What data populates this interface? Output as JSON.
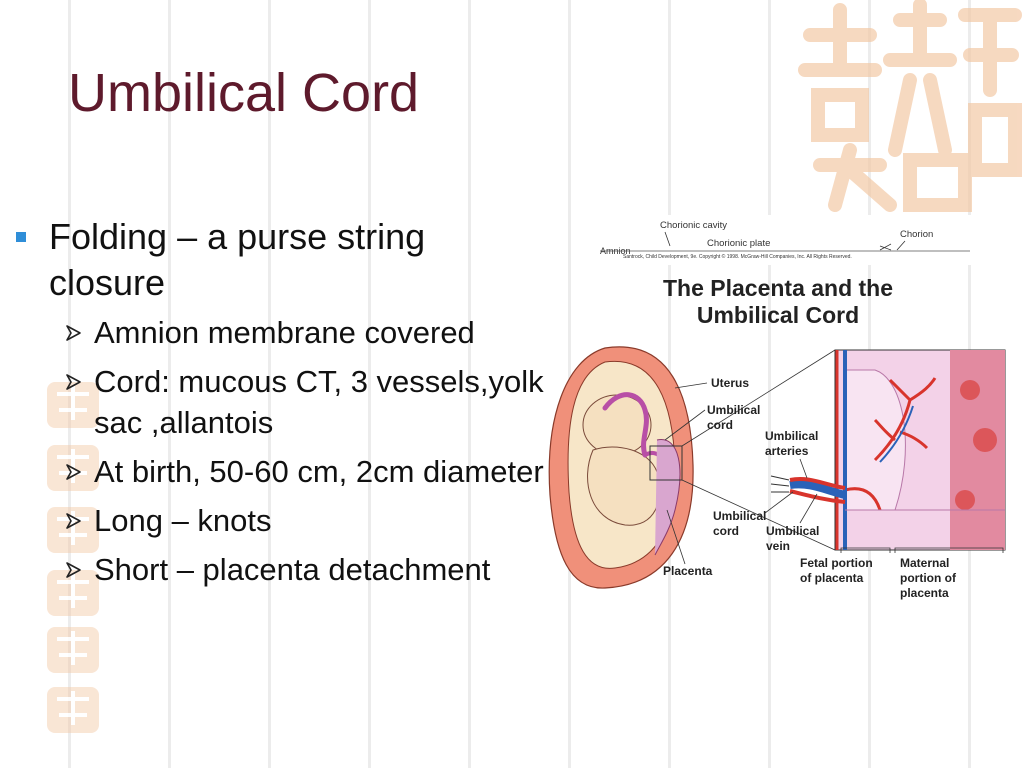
{
  "slide": {
    "title": "Umbilical Cord",
    "bullets": [
      {
        "text": "Folding – a purse string closure",
        "sub": [
          "Amnion membrane covered",
          "Cord: mucous CT, 3 vessels,yolk sac ,allantois",
          "At birth, 50-60 cm, 2cm diameter",
          "Long – knots",
          "Short – placenta detachment"
        ]
      }
    ]
  },
  "figure": {
    "header": {
      "chorionic_cavity": "Chorionic cavity",
      "chorionic_plate": "Chorionic plate",
      "amnion": "Amnion",
      "chorion": "Chorion",
      "credit": "Santrock, Child Development, 9e. Copyright © 1998. McGraw-Hill Companies, Inc. All Rights Reserved."
    },
    "title_line1": "The Placenta and the",
    "title_line2": "Umbilical Cord",
    "labels": {
      "uterus": "Uterus",
      "umbilical_cord_1": "Umbilical",
      "umbilical_cord_2": "cord",
      "umbilical_arteries_1": "Umbilical",
      "umbilical_arteries_2": "arteries",
      "umbilical_cord_b1": "Umbilical",
      "umbilical_cord_b2": "cord",
      "umbilical_vein_1": "Umbilical",
      "umbilical_vein_2": "vein",
      "placenta": "Placenta",
      "fetal_portion_1": "Fetal portion",
      "fetal_portion_2": "of placenta",
      "maternal_portion_1": "Maternal",
      "maternal_portion_2": "portion of",
      "maternal_portion_3": "placenta"
    }
  },
  "colors": {
    "title": "#5e1a2c",
    "bullet_square": "#2f8ed8",
    "seal": "#f3c9a6",
    "uterus": "#f0907a",
    "fetus": "#f5e0c0",
    "artery": "#d8342c",
    "vein": "#2a62b8",
    "tissue": "#d9a6cf"
  }
}
